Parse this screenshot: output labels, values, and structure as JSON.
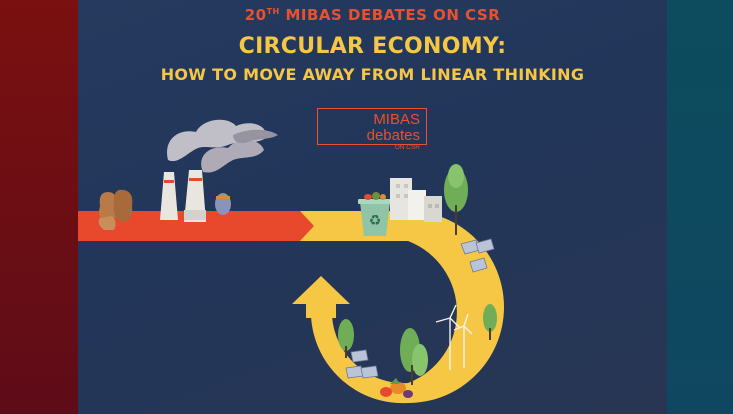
{
  "poster": {
    "edition_number": "20",
    "edition_suffix": "TH",
    "series_title": "MIBAS DEBATES ON CSR",
    "title": "CIRCULAR ECONOMY:",
    "subtitle": "HOW TO MOVE AWAY FROM LINEAR THINKING"
  },
  "logo": {
    "main": "MIBAS debates",
    "sub": "ON CSR"
  },
  "colors": {
    "background": "#22365a",
    "left_band": "#6b0e14",
    "right_band": "#0e4a5f",
    "accent_orange": "#e8512f",
    "accent_yellow": "#f6c645"
  },
  "illustration": {
    "icons": [
      "factory-chimneys-icon",
      "smoke-icon",
      "trash-bags-icon",
      "recycle-bin-icon",
      "city-buildings-icon",
      "trees-icon",
      "solar-panels-icon",
      "wind-turbines-icon",
      "vegetables-icon",
      "upward-arrow-icon"
    ]
  }
}
